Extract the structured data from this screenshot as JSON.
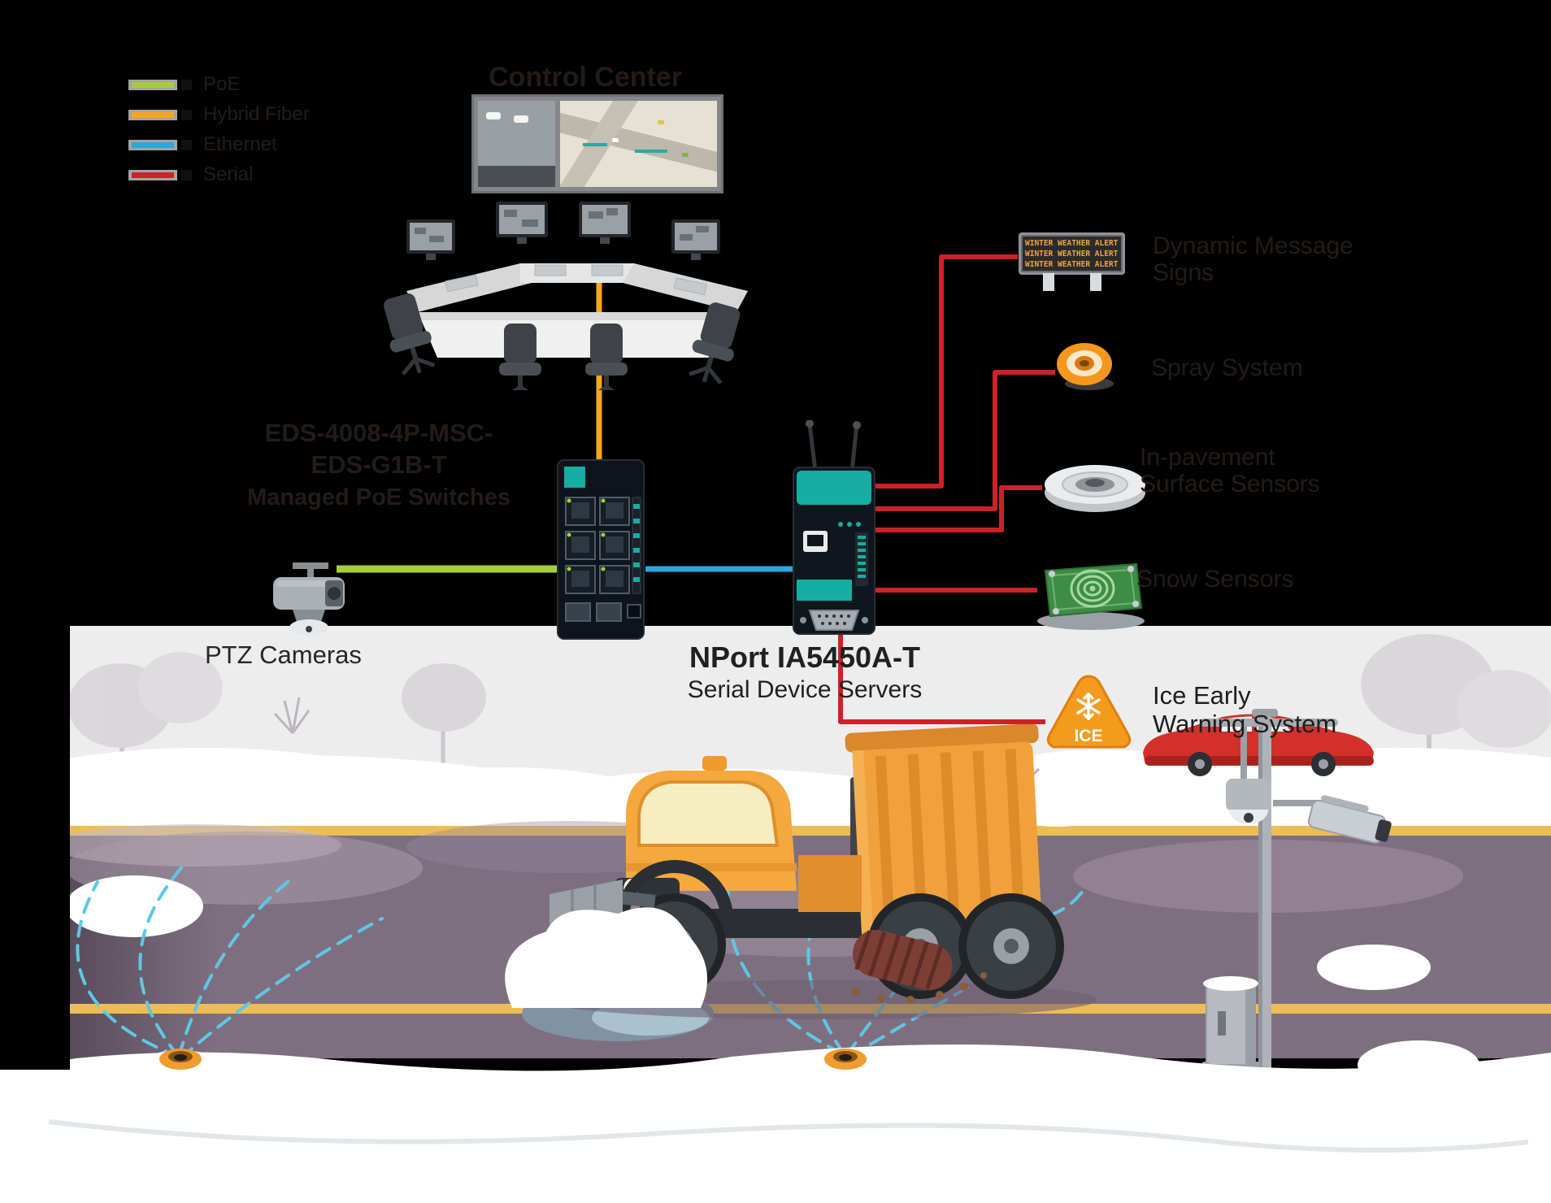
{
  "legend": {
    "items": [
      {
        "id": "poe",
        "label": "PoE",
        "color": "#a6ce39"
      },
      {
        "id": "hybrid-fiber",
        "label": "Hybrid Fiber",
        "color": "#f4a71c"
      },
      {
        "id": "ethernet",
        "label": "Ethernet",
        "color": "#2aa9e0"
      },
      {
        "id": "serial",
        "label": "Serial",
        "color": "#ce2127"
      }
    ]
  },
  "control_center": {
    "title": "Control Center"
  },
  "poe_switch": {
    "model_line1": "EDS-4008-4P-MSC-",
    "model_line2": "EDS-G1B-T",
    "description": "Managed PoE Switches"
  },
  "serial_server": {
    "model": "NPort IA5450A-T",
    "description": "Serial Device Servers"
  },
  "ptz_camera": {
    "label": "PTZ Cameras"
  },
  "message_sign": {
    "label_line1": "Dynamic Message",
    "label_line2": "Signs",
    "display_row": "WINTER WEATHER ALERT"
  },
  "spray_system": {
    "label": "Spray System"
  },
  "pavement_sensor": {
    "label_line1": "In-pavement",
    "label_line2": "Surface Sensors"
  },
  "snow_sensor": {
    "label": "Snow Sensors"
  },
  "ice_warning": {
    "label_line1": "Ice Early",
    "label_line2": "Warning System",
    "sign_text": "ICE"
  },
  "colors": {
    "poe_green": "#a6ce39",
    "fiber_orange": "#f4a71c",
    "ethernet_blue": "#2aa9e0",
    "serial_red": "#ce2127",
    "device_teal": "#16ada3",
    "sign_amber": "#f2a43c",
    "warning_orange": "#f59b1c"
  }
}
